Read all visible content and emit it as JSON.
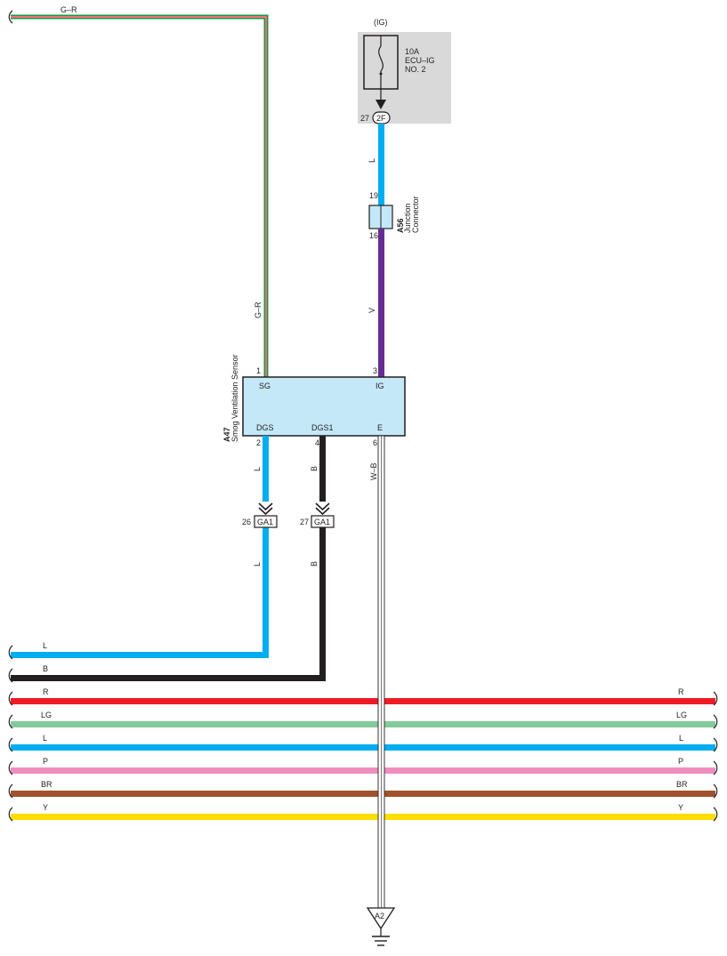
{
  "power": {
    "ig_label": "(IG)",
    "fuse_lines": [
      "10A",
      "ECU–IG",
      "NO. 2"
    ],
    "conn_pin": "27",
    "conn_code": "2F"
  },
  "junction": {
    "pin_top": "19",
    "pin_bottom": "16",
    "code": "A56",
    "name_lines": [
      "Junction",
      "Connector"
    ]
  },
  "sensor": {
    "code": "A47",
    "name": "Smog Ventilation Sensor",
    "pins": {
      "sg": {
        "num": "1",
        "name": "SG"
      },
      "ig": {
        "num": "3",
        "name": "IG"
      },
      "dgs": {
        "num": "2",
        "name": "DGS"
      },
      "dgs1": {
        "num": "4",
        "name": "DGS1"
      },
      "e": {
        "num": "6",
        "name": "E"
      }
    }
  },
  "connectors": {
    "ga1_a": {
      "pin": "26",
      "code": "GA1"
    },
    "ga1_b": {
      "pin": "27",
      "code": "GA1"
    }
  },
  "ground": {
    "code": "A2"
  },
  "wire_labels": {
    "top_gr": "G–R",
    "vert_gr": "G–R",
    "l_top": "L",
    "v": "V",
    "l_dgs_upper": "L",
    "l_dgs_lower": "L",
    "b_upper": "B",
    "b_lower": "B",
    "wb": "W–B"
  },
  "buses": [
    {
      "id": "l",
      "left": "L",
      "right": "",
      "color": "#00aeef"
    },
    {
      "id": "b",
      "left": "B",
      "right": "",
      "color": "#231f20"
    },
    {
      "id": "r",
      "left": "R",
      "right": "R",
      "color": "#ed1c24"
    },
    {
      "id": "lg",
      "left": "LG",
      "right": "LG",
      "color": "#82ca9c"
    },
    {
      "id": "l2",
      "left": "L",
      "right": "L",
      "color": "#00aeef"
    },
    {
      "id": "p",
      "left": "P",
      "right": "P",
      "color": "#f08dbe"
    },
    {
      "id": "br",
      "left": "BR",
      "right": "BR",
      "color": "#a0522d"
    },
    {
      "id": "y",
      "left": "Y",
      "right": "Y",
      "color": "#ffde00"
    }
  ],
  "colors": {
    "L": "#00aeef",
    "V": "#662d91",
    "B": "#231f20",
    "G": "#00a651",
    "R": "#ed1c24",
    "LG": "#82ca9c",
    "P": "#f08dbe",
    "BR": "#a0522d",
    "Y": "#ffde00",
    "sensor_fill": "#c4e8f8",
    "fuse_box": "#d9d9da"
  }
}
